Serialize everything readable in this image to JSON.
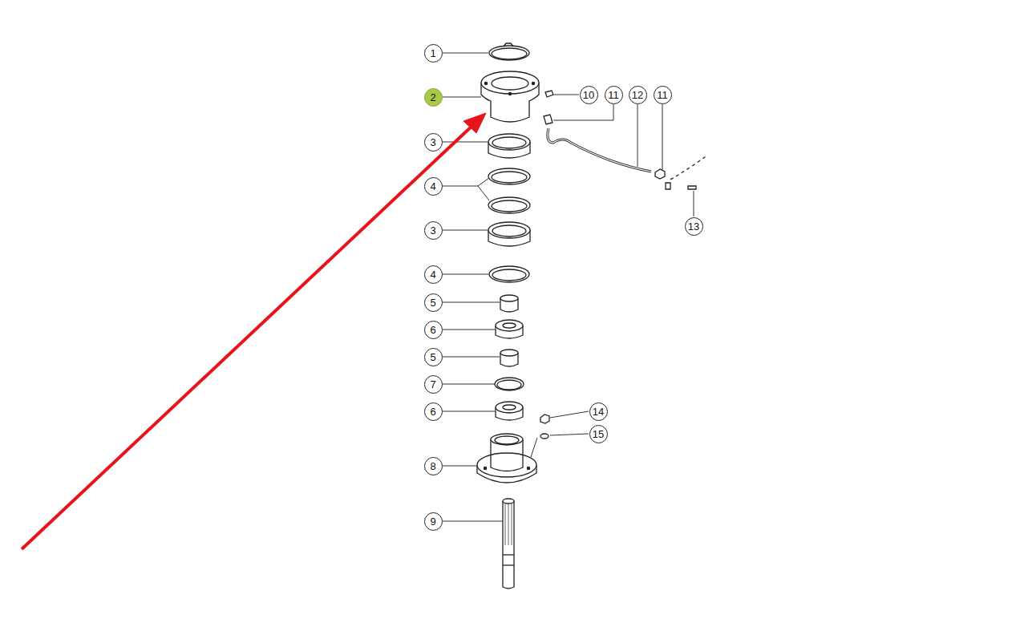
{
  "diagram": {
    "nodes": [
      {
        "text": [
          "1"
        ]
      },
      {
        "text": [
          "2"
        ]
      },
      {
        "text": [
          "10"
        ]
      },
      {
        "text": [
          "11"
        ]
      },
      {
        "text": [
          "12"
        ]
      },
      {
        "text": [
          "11"
        ]
      },
      {
        "text": [
          "3"
        ]
      },
      {
        "text": [
          "4"
        ]
      },
      {
        "text": [
          "3"
        ]
      },
      {
        "text": [
          "13"
        ]
      },
      {
        "text": [
          "4"
        ]
      },
      {
        "text": [
          "5"
        ]
      },
      {
        "text": [
          "6"
        ]
      },
      {
        "text": [
          "5"
        ]
      },
      {
        "text": [
          "7"
        ]
      },
      {
        "text": [
          "6"
        ]
      },
      {
        "text": [
          "14"
        ]
      },
      {
        "text": [
          "15"
        ]
      },
      {
        "text": [
          "8"
        ]
      },
      {
        "text": [
          "9"
        ]
      }
    ]
  }
}
